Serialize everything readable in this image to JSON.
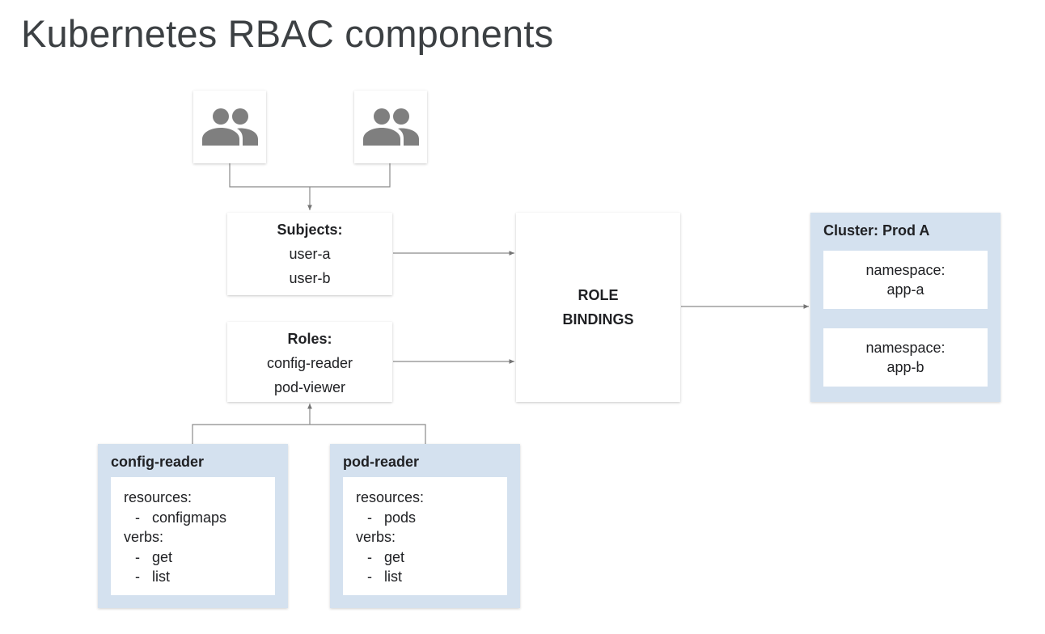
{
  "title": "Kubernetes RBAC components",
  "users": [
    {
      "icon": "group-icon"
    },
    {
      "icon": "group-icon"
    }
  ],
  "subjects": {
    "heading": "Subjects:",
    "items": [
      "user-a",
      "user-b"
    ]
  },
  "roles": {
    "heading": "Roles:",
    "items": [
      "config-reader",
      "pod-viewer"
    ]
  },
  "role_bindings": {
    "line1": "ROLE",
    "line2": "BINDINGS"
  },
  "cluster": {
    "title": "Cluster: Prod A",
    "namespaces": [
      {
        "label": "namespace:",
        "name": "app-a"
      },
      {
        "label": "namespace:",
        "name": "app-b"
      }
    ]
  },
  "role_definitions": [
    {
      "title": "config-reader",
      "resources_label": "resources:",
      "resources": [
        "configmaps"
      ],
      "verbs_label": "verbs:",
      "verbs": [
        "get",
        "list"
      ]
    },
    {
      "title": "pod-reader",
      "resources_label": "resources:",
      "resources": [
        "pods"
      ],
      "verbs_label": "verbs:",
      "verbs": [
        "get",
        "list"
      ]
    }
  ],
  "colors": {
    "panel": "#d4e1ef",
    "icon": "#7f7f7f",
    "connector": "#757575"
  }
}
